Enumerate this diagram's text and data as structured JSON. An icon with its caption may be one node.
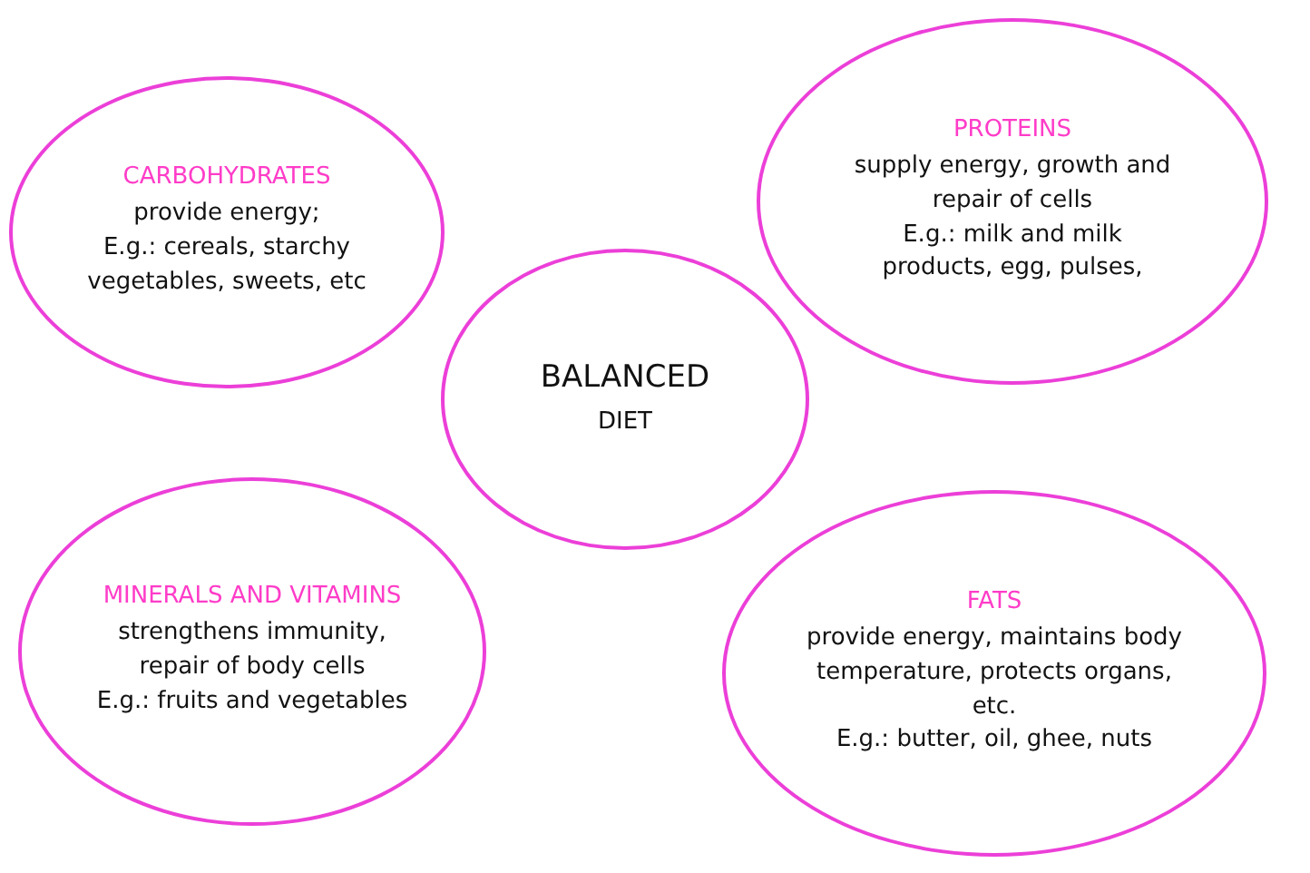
{
  "diagram": {
    "nodes": [
      {
        "text": [
          "CARBOHYDRATES",
          "provide energy;",
          "E.g.: cereals, starchy vegetables, sweets, etc"
        ]
      },
      {
        "text": [
          "PROTEINS",
          "supply energy, growth and repair of cells",
          "E.g.: milk and milk products, egg, pulses,"
        ]
      },
      {
        "text": [
          "BALANCED",
          "DIET"
        ]
      },
      {
        "text": [
          "MINERALS AND VITAMINS",
          "strengthens immunity, repair of body cells",
          "E.g.: fruits and vegetables"
        ]
      },
      {
        "text": [
          "FATS",
          "provide energy, maintains body temperature, protects organs, etc.",
          "E.g.: butter, oil, ghee, nuts"
        ]
      }
    ]
  }
}
